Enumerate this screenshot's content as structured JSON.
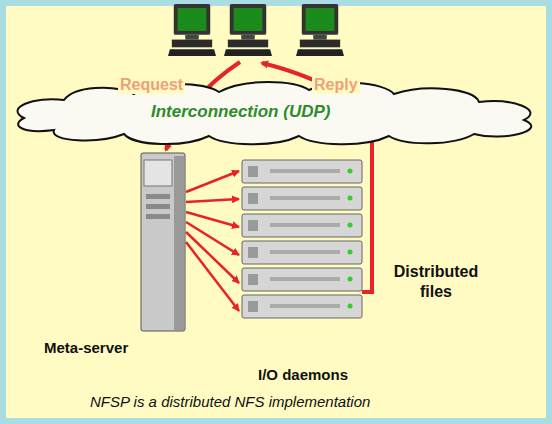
{
  "diagram": {
    "caption": "NFSP is a distributed NFS implementation",
    "nodes": [
      {
        "text": [
          "Interconnection (UDP)"
        ]
      },
      {
        "text": [
          "Meta-server"
        ]
      },
      {
        "text": [
          "I/O daemons"
        ]
      }
    ],
    "edges": [
      {
        "from": 1,
        "to": 2,
        "arrow": "to"
      }
    ],
    "labels": [
      "Request",
      "Reply",
      "Distributed files"
    ]
  }
}
